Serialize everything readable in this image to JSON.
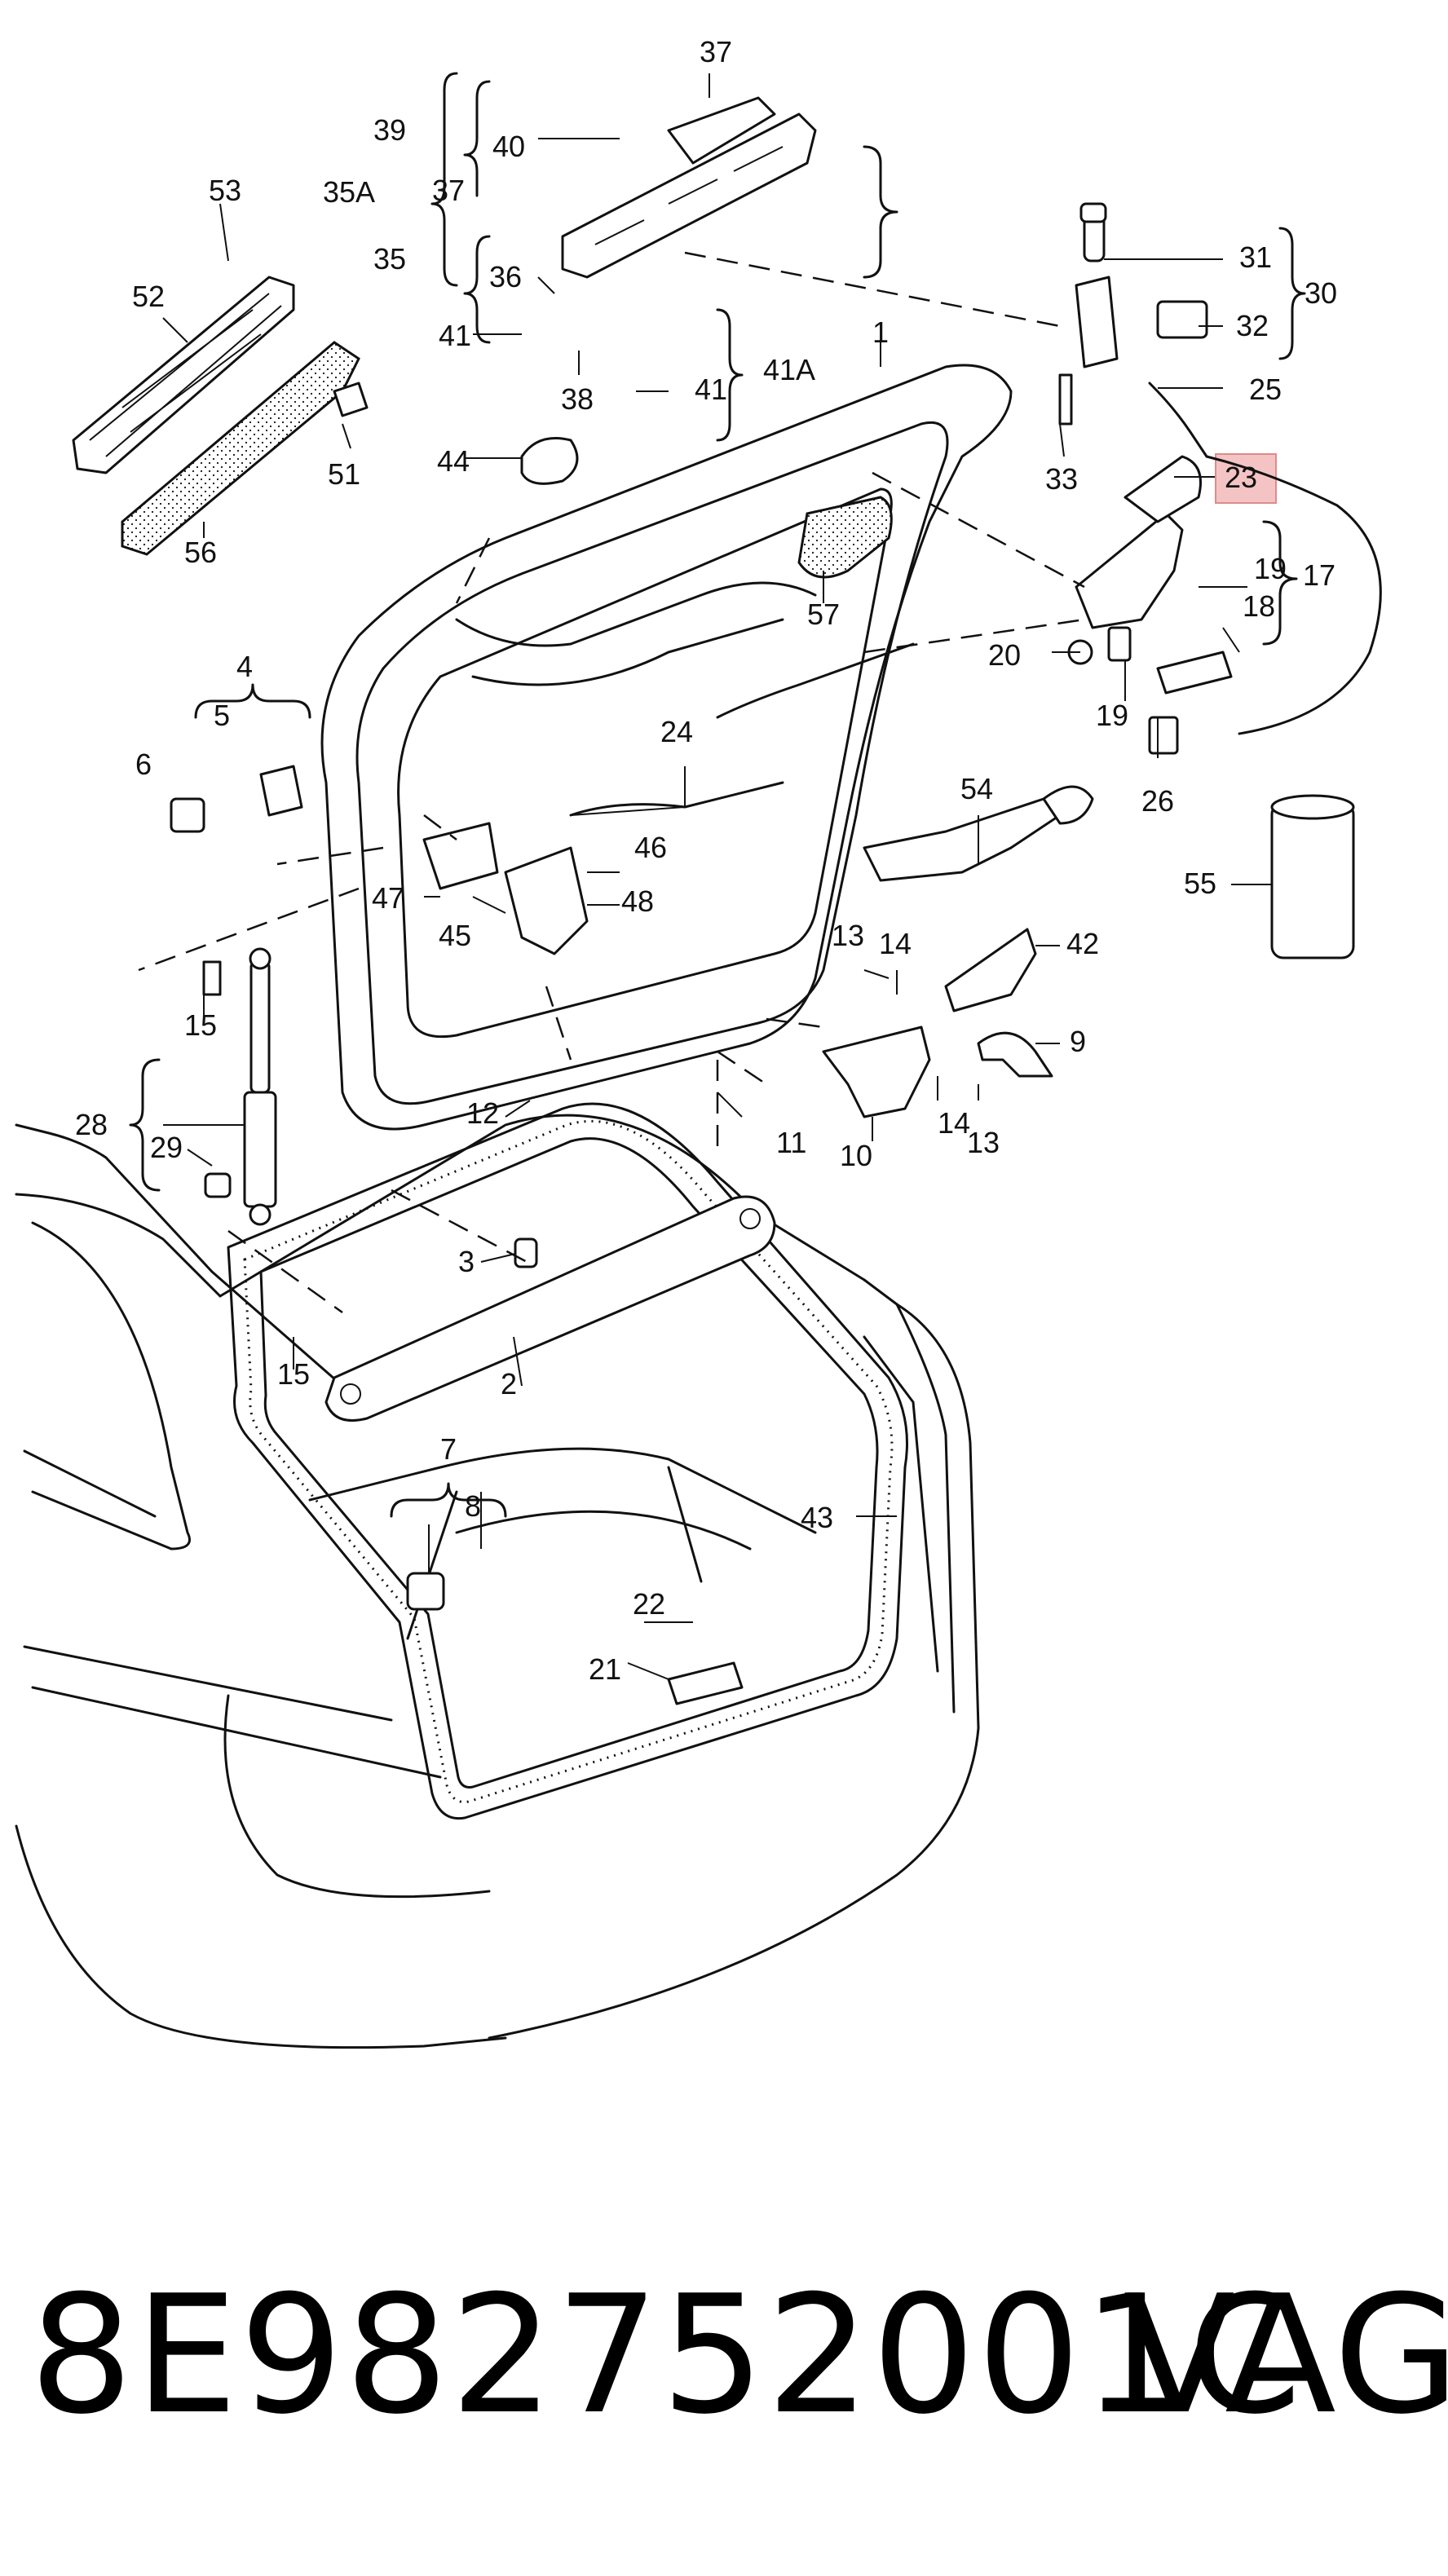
{
  "diagram": {
    "highlight_color": "#f4c4c4",
    "highlighted_callout": "23",
    "callouts": [
      "1",
      "2",
      "3",
      "4",
      "5",
      "6",
      "7",
      "8",
      "9",
      "10",
      "11",
      "12",
      "13",
      "14",
      "15",
      "17",
      "18",
      "19",
      "20",
      "21",
      "22",
      "23",
      "24",
      "25",
      "26",
      "28",
      "29",
      "30",
      "31",
      "32",
      "33",
      "35",
      "35A",
      "36",
      "37",
      "38",
      "39",
      "40",
      "41",
      "41A",
      "42",
      "43",
      "44",
      "45",
      "46",
      "47",
      "48",
      "51",
      "52",
      "53",
      "54",
      "55",
      "56",
      "57"
    ]
  },
  "caption": {
    "part_number": "8E982752001C",
    "brand": "VAG"
  }
}
